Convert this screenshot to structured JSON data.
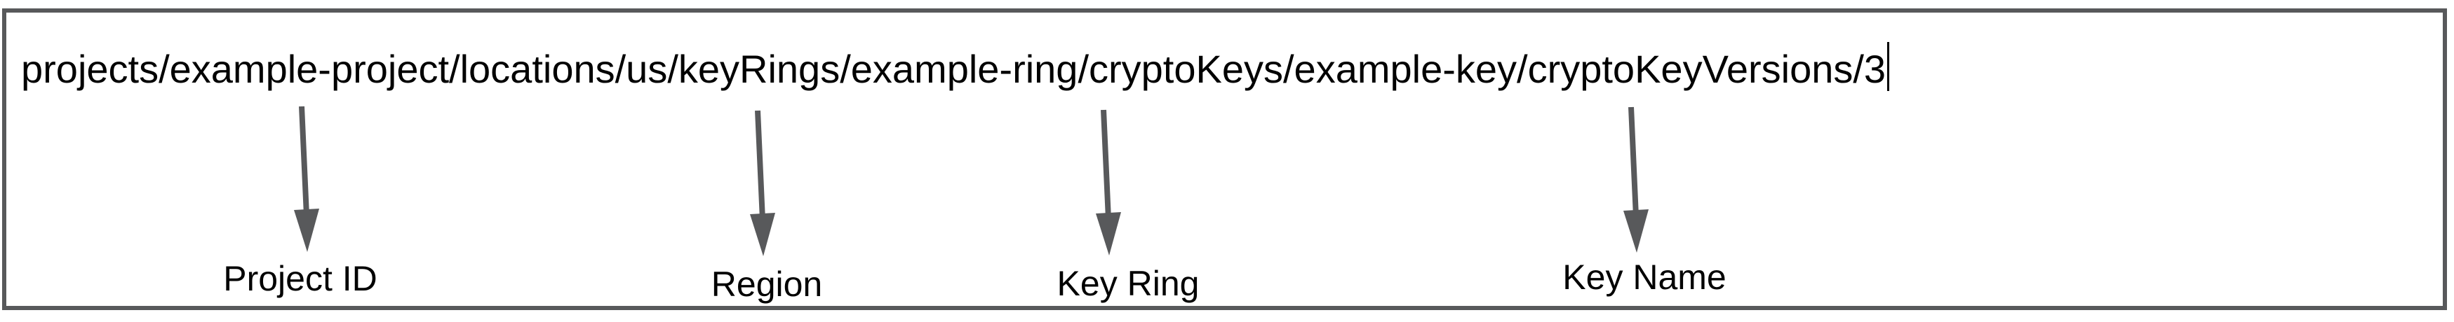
{
  "diagram": {
    "resource_path": {
      "value": "projects/example-project/locations/us/keyRings/example-ring/cryptoKeys/example-key/cryptoKeyVersions/3",
      "cursor_at_end": true
    },
    "annotations": [
      {
        "label": "Project ID",
        "points_to_segment": "example-project"
      },
      {
        "label": "Region",
        "points_to_segment": "us"
      },
      {
        "label": "Key Ring",
        "points_to_segment": "example-ring"
      },
      {
        "label": "Key Name",
        "points_to_segment": "example-key"
      }
    ],
    "colors": {
      "border": "#58595B",
      "arrow": "#58595B",
      "text": "#000000",
      "background": "#FFFFFF"
    }
  }
}
